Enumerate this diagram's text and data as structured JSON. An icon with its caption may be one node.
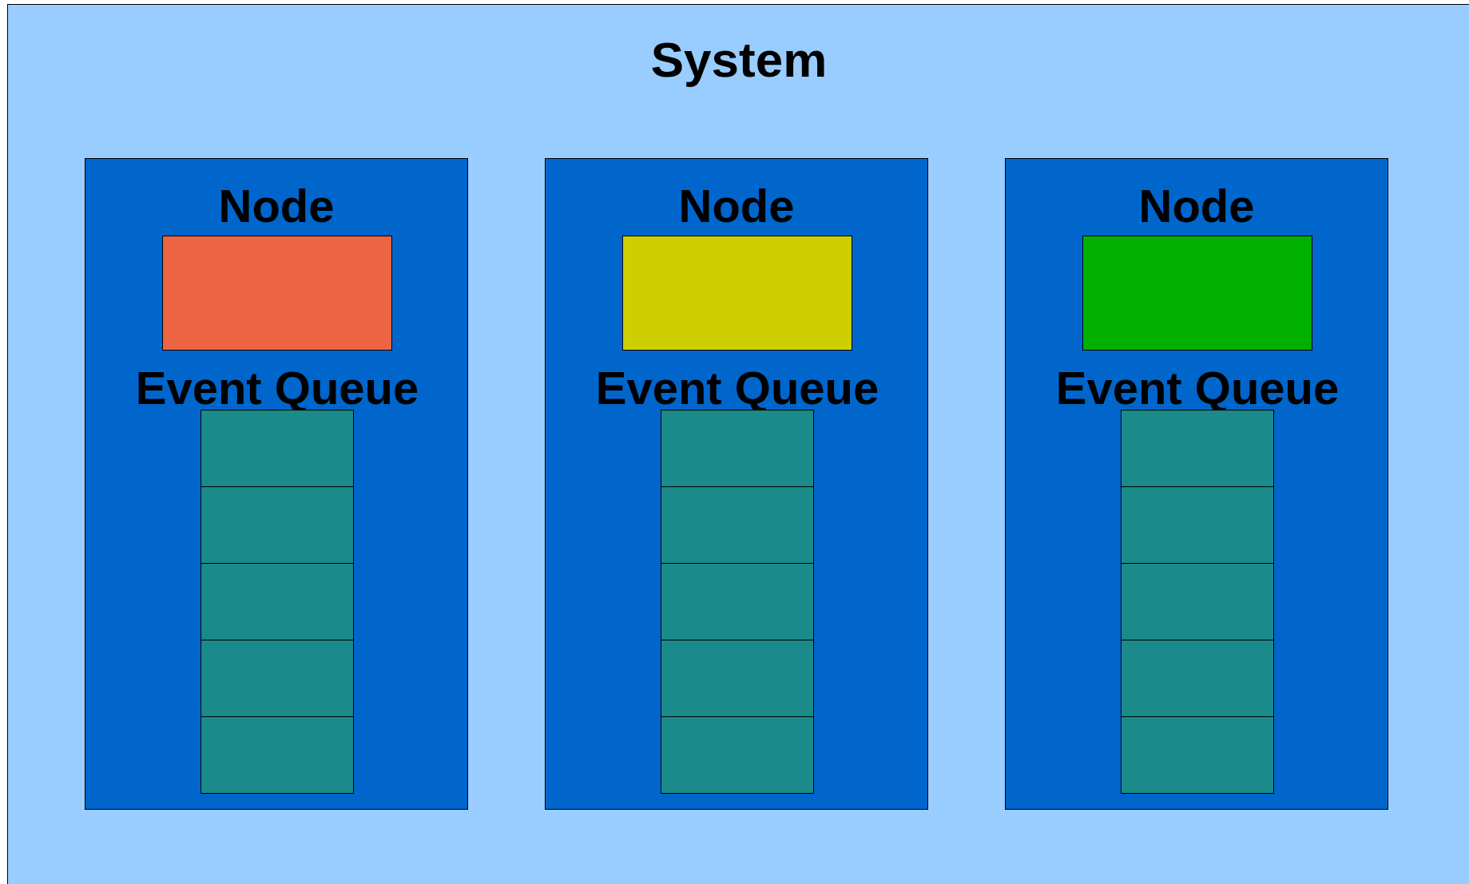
{
  "diagram": {
    "nodes": [
      {
        "text": [
          "System"
        ]
      },
      {
        "text": [
          "Node"
        ],
        "in": 0
      },
      {
        "text": [],
        "shape": "box",
        "in": 1
      },
      {
        "text": [
          "Event Queue"
        ],
        "in": 1
      },
      {
        "text": [],
        "shape": "box",
        "in": 3
      },
      {
        "text": [],
        "shape": "box",
        "in": 3
      },
      {
        "text": [],
        "shape": "box",
        "in": 3
      },
      {
        "text": [],
        "shape": "box",
        "in": 3
      },
      {
        "text": [],
        "shape": "box",
        "in": 3
      },
      {
        "text": [
          "Node"
        ],
        "in": 0
      },
      {
        "text": [],
        "shape": "box",
        "in": 9
      },
      {
        "text": [
          "Event Queue"
        ],
        "in": 9
      },
      {
        "text": [],
        "shape": "box",
        "in": 11
      },
      {
        "text": [],
        "shape": "box",
        "in": 11
      },
      {
        "text": [],
        "shape": "box",
        "in": 11
      },
      {
        "text": [],
        "shape": "box",
        "in": 11
      },
      {
        "text": [],
        "shape": "box",
        "in": 11
      },
      {
        "text": [
          "Node"
        ],
        "in": 0
      },
      {
        "text": [],
        "shape": "box",
        "in": 17
      },
      {
        "text": [
          "Event Queue"
        ],
        "in": 17
      },
      {
        "text": [],
        "shape": "box",
        "in": 19
      },
      {
        "text": [],
        "shape": "box",
        "in": 19
      },
      {
        "text": [],
        "shape": "box",
        "in": 19
      },
      {
        "text": [],
        "shape": "box",
        "in": 19
      },
      {
        "text": [],
        "shape": "box",
        "in": 19
      }
    ],
    "edges": []
  }
}
